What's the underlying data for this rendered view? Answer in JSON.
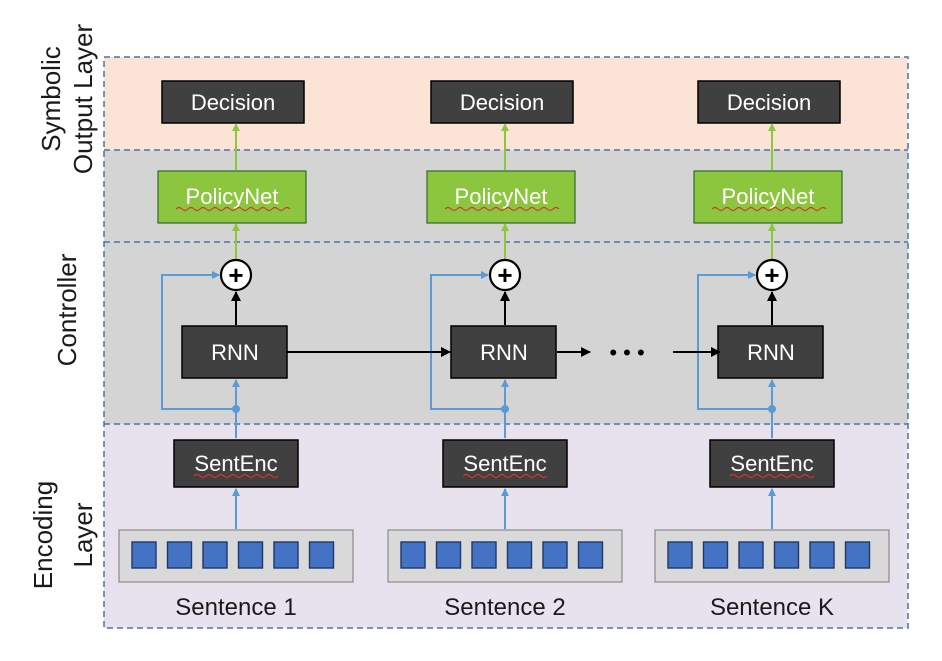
{
  "layers": {
    "output": {
      "label_line1": "Symbolic",
      "label_line2": "Output Layer",
      "color": "#fbe4d6"
    },
    "controller": {
      "label": "Controller",
      "color": "#d4d4d4"
    },
    "encoding": {
      "label_line1": "Encoding",
      "label_line2": "Layer",
      "color": "#e8e2ef"
    }
  },
  "columns": [
    {
      "decision": "Decision",
      "policy": "PolicyNet",
      "rnn": "RNN",
      "sentenc": "SentEnc",
      "sentence": "Sentence 1"
    },
    {
      "decision": "Decision",
      "policy": "PolicyNet",
      "rnn": "RNN",
      "sentenc": "SentEnc",
      "sentence": "Sentence 2"
    },
    {
      "decision": "Decision",
      "policy": "PolicyNet",
      "rnn": "RNN",
      "sentenc": "SentEnc",
      "sentence": "Sentence K"
    }
  ],
  "plus_symbol": "+",
  "ellipsis": "• • •",
  "tokens_per_sentence": 6,
  "colors": {
    "dark_box": "#404040",
    "policy_green": "#8cc63f",
    "arrow_blue": "#5b9bd5",
    "token_blue": "#4472c4"
  }
}
